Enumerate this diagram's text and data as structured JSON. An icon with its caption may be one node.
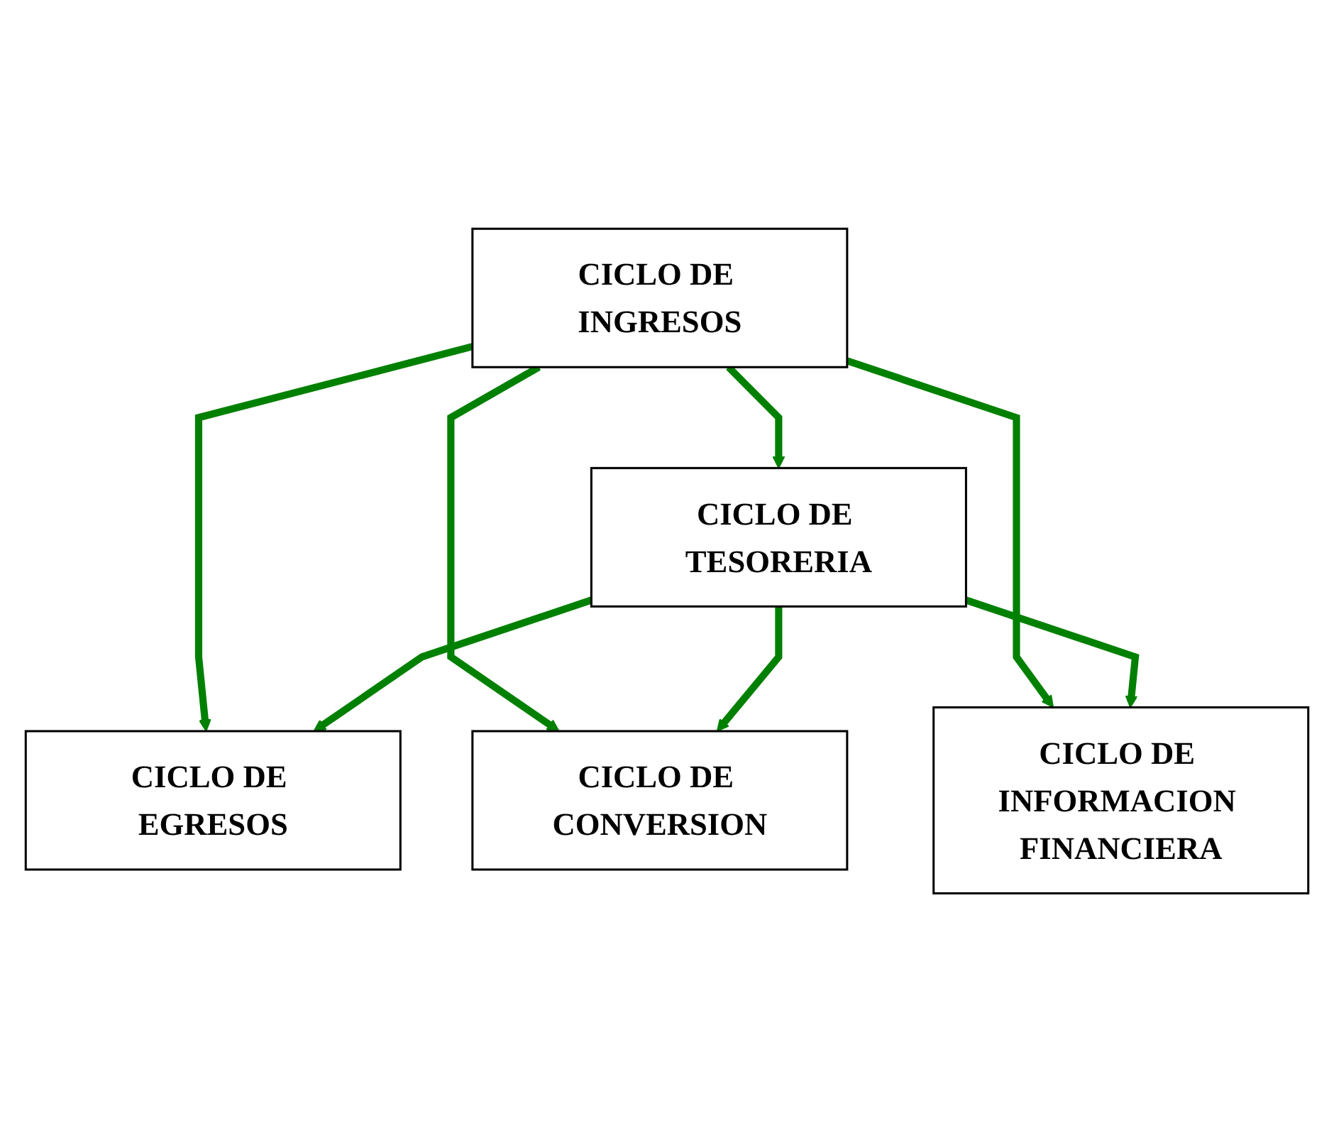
{
  "diagram": {
    "nodes": [
      {
        "text": [
          "CICLO DE INGRESOS"
        ]
      },
      {
        "text": [
          "CICLO DE TESORERIA"
        ]
      },
      {
        "text": [
          "CICLO DE EGRESOS"
        ]
      },
      {
        "text": [
          "CICLO DE CONVERSION"
        ]
      },
      {
        "text": [
          "CICLO DE INFORMACION FINANCIERA"
        ]
      }
    ],
    "edges": [
      {
        "from": 0,
        "to": 1,
        "arrow": "to"
      },
      {
        "from": 0,
        "to": 2,
        "arrow": "to"
      },
      {
        "from": 0,
        "to": 3,
        "arrow": "to"
      },
      {
        "from": 0,
        "to": 4,
        "arrow": "to"
      },
      {
        "from": 1,
        "to": 2,
        "arrow": "to"
      },
      {
        "from": 1,
        "to": 3,
        "arrow": "to"
      },
      {
        "from": 1,
        "to": 4,
        "arrow": "to"
      }
    ]
  }
}
